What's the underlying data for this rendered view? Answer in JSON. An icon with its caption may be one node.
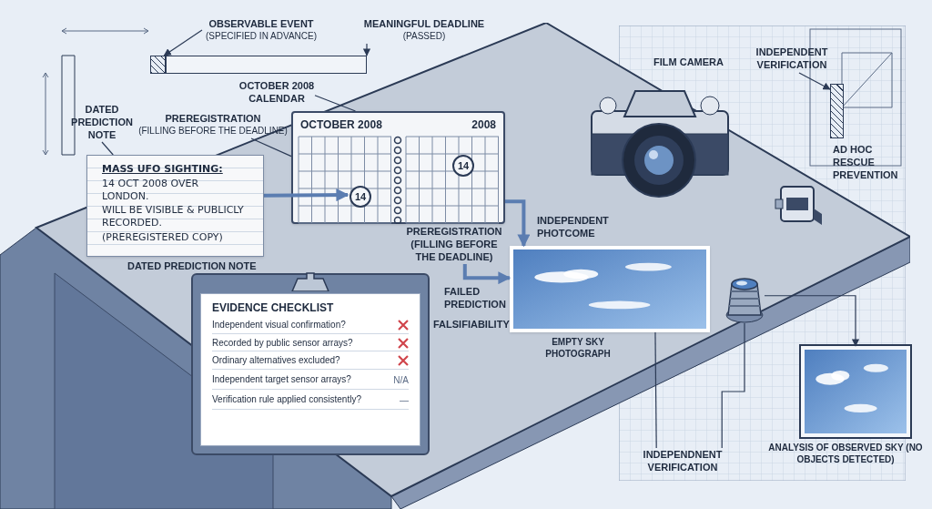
{
  "diagram": {
    "nodes": [
      {
        "text": [
          "OBSERVABLE EVENT",
          "(SPECIFIED IN ADVANCE)"
        ]
      },
      {
        "text": [
          "MEANINGFUL DEADLINE",
          "(PASSED)"
        ]
      },
      {
        "text": [],
        "shape": "box"
      },
      {
        "text": [
          "OCTOBER 2008 CALENDAR"
        ]
      },
      {
        "text": [
          "PREREGISTRATION",
          "(FILLING BEFORE THE DEADLINE)"
        ]
      },
      {
        "text": [
          "DATED PREDICTION NOTE"
        ]
      },
      {
        "text": [
          "INDEPENDENT VERIFICATION"
        ]
      },
      {
        "text": [],
        "shape": "box"
      },
      {
        "text": [
          "MASS UFO SIGHTING:",
          "14 OCT 2008 OVER LONDON.",
          "WILL BE VISIBLE & PUBLICLY RECORDED.",
          "(PREREGISTERED COPY)"
        ]
      },
      {
        "text": [
          "OCTOBER 2008",
          "2008"
        ]
      },
      {
        "text": [
          "14"
        ],
        "in": 9
      },
      {
        "text": [
          "14"
        ],
        "in": 9
      },
      {
        "text": [],
        "shape": "picture"
      },
      {
        "text": [],
        "shape": "picture"
      },
      {
        "text": [
          "PREREGISTRATION (FILLING BEFORE THE DEADLINE)"
        ]
      },
      {
        "text": [],
        "shape": "picture",
        "beside": [
          "EMPTY SKY PHOTOGRAPH"
        ]
      },
      {
        "text": [
          "EVIDENCE CHECKLIST",
          "Independent visual confirmation?",
          "Recorded by public sensor arrays?",
          "Ordinary alternatives excluded?",
          "Independent target sensor arrays?",
          "Verification rule applied consistently?",
          "N/A",
          "—"
        ]
      },
      {
        "text": [],
        "shape": "picture"
      },
      {
        "text": [
          "INDEPENDNENT VERIFICATION"
        ]
      },
      {
        "text": [],
        "shape": "picture",
        "beside": [
          "ANALYSIS OF OBSERVED SKY (NO OBJECTS DETECTED)"
        ]
      },
      {
        "text": [],
        "shape": "bar"
      }
    ],
    "edges": [
      {
        "from": 0,
        "to": 2,
        "arrow": "to"
      },
      {
        "from": 1,
        "to": 20,
        "arrow": "to"
      },
      {
        "from": 3,
        "to": 9,
        "arrow": "none"
      },
      {
        "from": 4,
        "to": 9,
        "arrow": "none"
      },
      {
        "from": 5,
        "to": 8,
        "arrow": "none"
      },
      {
        "from": 6,
        "to": 7,
        "arrow": "to"
      },
      {
        "from": 8,
        "to": 10,
        "arrow": "to",
        "style": "thick",
        "color": "#5b7db1"
      },
      {
        "from": 9,
        "to": 15,
        "arrow": "to",
        "style": "thick",
        "color": "#5b7db1"
      },
      {
        "from": 14,
        "to": 15,
        "arrow": "to",
        "style": "thick",
        "color": "#5b7db1"
      },
      {
        "from": 17,
        "to": 19,
        "arrow": "to"
      },
      {
        "from": 18,
        "to": 17,
        "arrow": "none"
      },
      {
        "from": 18,
        "to": 15,
        "arrow": "none"
      }
    ],
    "labels": [
      "FILM CAMERA",
      "AD HOC RESCUE PREVENTION",
      "DATED PREDICTION NOTE",
      "INDEPENDENT PHOTCOME",
      "FAILED PREDICTION",
      "FALSIFIABILITY"
    ]
  }
}
